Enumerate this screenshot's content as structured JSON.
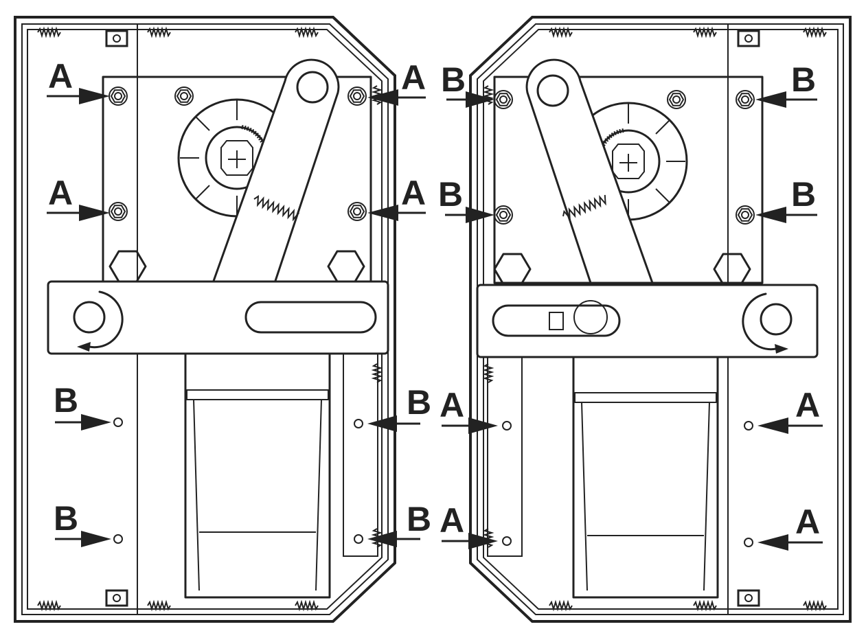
{
  "diagram": {
    "left_unit": {
      "top_labels": [
        "A",
        "A",
        "A",
        "A"
      ],
      "bottom_labels": [
        "B",
        "B",
        "B",
        "B"
      ]
    },
    "right_unit": {
      "top_labels": [
        "B",
        "B",
        "B",
        "B"
      ],
      "bottom_labels": [
        "A",
        "A",
        "A",
        "A"
      ]
    }
  }
}
